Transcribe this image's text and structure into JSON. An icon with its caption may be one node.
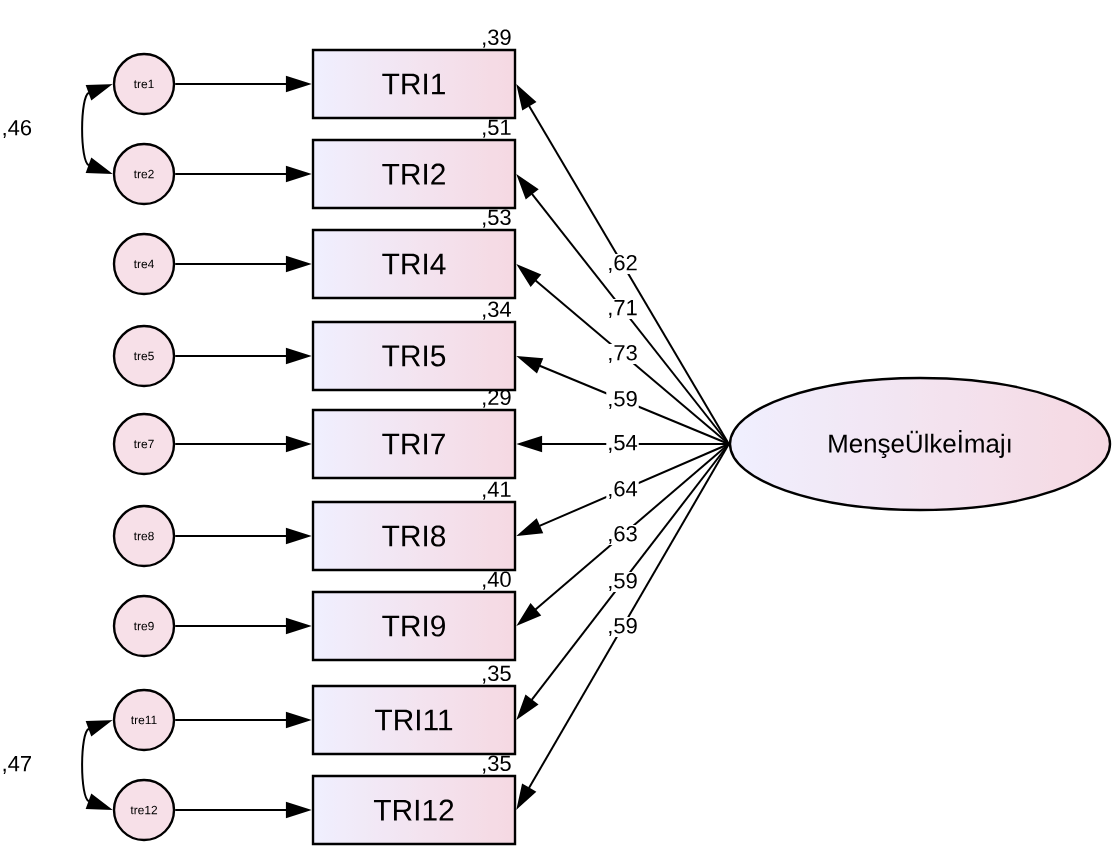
{
  "diagram": {
    "nodes": [
      {
        "text": [
          "tre1"
        ]
      },
      {
        "text": [
          "tre2"
        ]
      },
      {
        "text": [
          "tre4"
        ]
      },
      {
        "text": [
          "tre5"
        ]
      },
      {
        "text": [
          "tre7"
        ]
      },
      {
        "text": [
          "tre8"
        ]
      },
      {
        "text": [
          "tre9"
        ]
      },
      {
        "text": [
          "tre11"
        ]
      },
      {
        "text": [
          "tre12"
        ]
      },
      {
        "text": [
          "TRI1"
        ],
        "beside": [
          ",39"
        ]
      },
      {
        "text": [
          "TRI2"
        ],
        "beside": [
          ",51"
        ]
      },
      {
        "text": [
          "TRI4"
        ],
        "beside": [
          ",53"
        ]
      },
      {
        "text": [
          "TRI5"
        ],
        "beside": [
          ",34"
        ]
      },
      {
        "text": [
          "TRI7"
        ],
        "beside": [
          ",29"
        ]
      },
      {
        "text": [
          "TRI8"
        ],
        "beside": [
          ",41"
        ]
      },
      {
        "text": [
          "TRI9"
        ],
        "beside": [
          ",40"
        ]
      },
      {
        "text": [
          "TRI11"
        ],
        "beside": [
          ",35"
        ]
      },
      {
        "text": [
          "TRI12"
        ],
        "beside": [
          ",35"
        ]
      },
      {
        "text": [
          "MenşeÜlkeİmajı"
        ]
      }
    ],
    "edges": [
      {
        "from": 0,
        "to": 9,
        "arrow": "to"
      },
      {
        "from": 1,
        "to": 10,
        "arrow": "to"
      },
      {
        "from": 2,
        "to": 11,
        "arrow": "to"
      },
      {
        "from": 3,
        "to": 12,
        "arrow": "to"
      },
      {
        "from": 4,
        "to": 13,
        "arrow": "to"
      },
      {
        "from": 5,
        "to": 14,
        "arrow": "to"
      },
      {
        "from": 6,
        "to": 15,
        "arrow": "to"
      },
      {
        "from": 7,
        "to": 16,
        "arrow": "to"
      },
      {
        "from": 8,
        "to": 17,
        "arrow": "to"
      },
      {
        "from": 18,
        "to": 9,
        "arrow": "to",
        "label": ",62"
      },
      {
        "from": 18,
        "to": 10,
        "arrow": "to",
        "label": ",71"
      },
      {
        "from": 18,
        "to": 11,
        "arrow": "to",
        "label": ",73"
      },
      {
        "from": 18,
        "to": 12,
        "arrow": "to",
        "label": ",59"
      },
      {
        "from": 18,
        "to": 13,
        "arrow": "to",
        "label": ",54"
      },
      {
        "from": 18,
        "to": 14,
        "arrow": "to",
        "label": ",64"
      },
      {
        "from": 18,
        "to": 15,
        "arrow": "to",
        "label": ",63"
      },
      {
        "from": 18,
        "to": 16,
        "arrow": "to",
        "label": ",59"
      },
      {
        "from": 18,
        "to": 17,
        "arrow": "to",
        "label": ",59"
      },
      {
        "from": 0,
        "to": 1,
        "arrow": "both",
        "label": ",46"
      },
      {
        "from": 7,
        "to": 8,
        "arrow": "both",
        "label": ",47"
      }
    ]
  }
}
